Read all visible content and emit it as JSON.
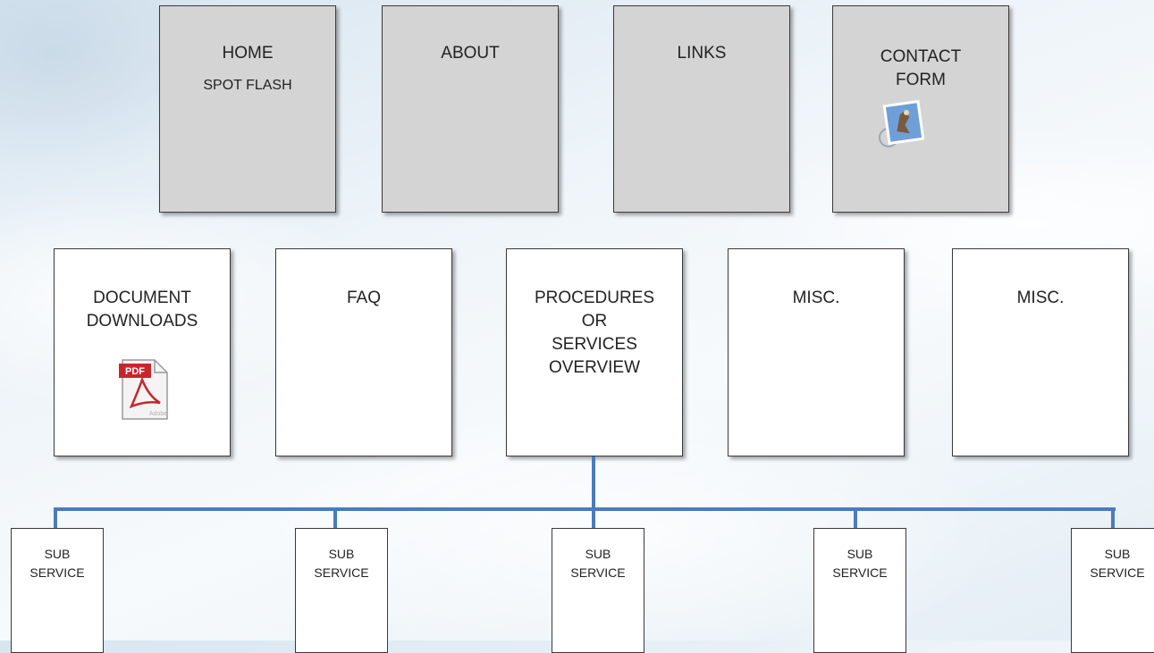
{
  "top_row": [
    {
      "title": "HOME",
      "subtitle": "SPOT FLASH"
    },
    {
      "title": "ABOUT"
    },
    {
      "title": "LINKS"
    },
    {
      "title": "CONTACT\nFORM",
      "icon": "mail-stamp-icon"
    }
  ],
  "middle_row": [
    {
      "title": "DOCUMENT\nDOWNLOADS",
      "icon": "pdf-icon"
    },
    {
      "title": "FAQ"
    },
    {
      "title": "PROCEDURES\nOR\nSERVICES\nOVERVIEW"
    },
    {
      "title": "MISC."
    },
    {
      "title": "MISC."
    }
  ],
  "sub_services": [
    {
      "label": "SUB\nSERVICE"
    },
    {
      "label": "SUB\nSERVICE"
    },
    {
      "label": "SUB\nSERVICE"
    },
    {
      "label": "SUB\nSERVICE"
    },
    {
      "label": "SUB\nSERVICE"
    }
  ],
  "pdf_icon_text": {
    "badge": "PDF",
    "brand": "Adobe"
  },
  "colors": {
    "top_box": "#d4d4d4",
    "mid_box": "#ffffff",
    "connector": "#4a7bbf"
  }
}
